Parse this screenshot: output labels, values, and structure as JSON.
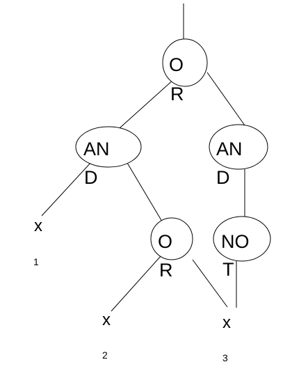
{
  "diagram": {
    "nodes": {
      "root_or": {
        "line1": "O",
        "line2": "R"
      },
      "left_and": {
        "line1": "AN",
        "line2": "D"
      },
      "right_and": {
        "line1": "AN",
        "line2": "D"
      },
      "inner_or": {
        "line1": "O",
        "line2": "R"
      },
      "not": {
        "line1": "NO",
        "line2": "T"
      }
    },
    "variables": {
      "x1": {
        "name": "x",
        "index": "1"
      },
      "x2": {
        "name": "x",
        "index": "2"
      },
      "x3": {
        "name": "x",
        "index": "3"
      }
    }
  }
}
